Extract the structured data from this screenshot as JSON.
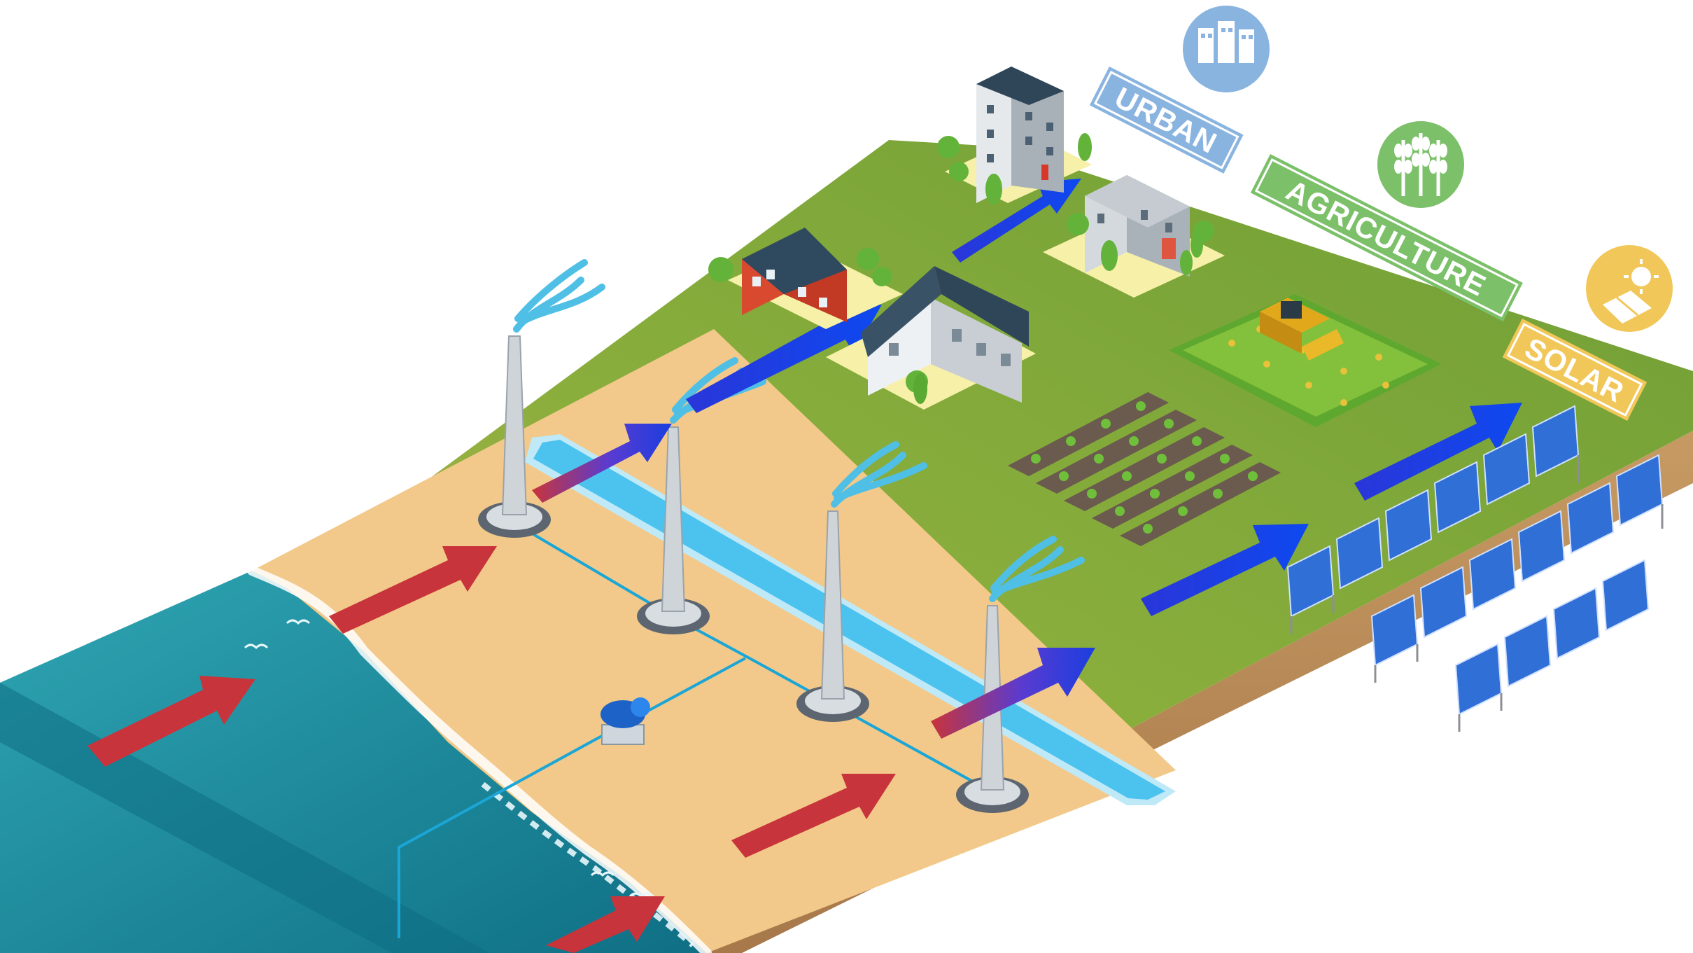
{
  "labels": {
    "urban": "URBAN",
    "agriculture": "AGRICULTURE",
    "solar": "SOLAR"
  },
  "icons": {
    "urban": "buildings-icon",
    "agriculture": "wheat-icon",
    "solar": "sun-panel-icon"
  },
  "colors": {
    "sea": "#1a8fa0",
    "sand": "#f2c98a",
    "land": "#7fa83a",
    "canal": "#4cc3ee",
    "urban_tag": "#8ab4e0",
    "agriculture_tag": "#7cc06a",
    "solar_tag": "#f2c75a",
    "warm_arrow": "#c8343b",
    "cool_arrow": "#1a3ee0"
  }
}
